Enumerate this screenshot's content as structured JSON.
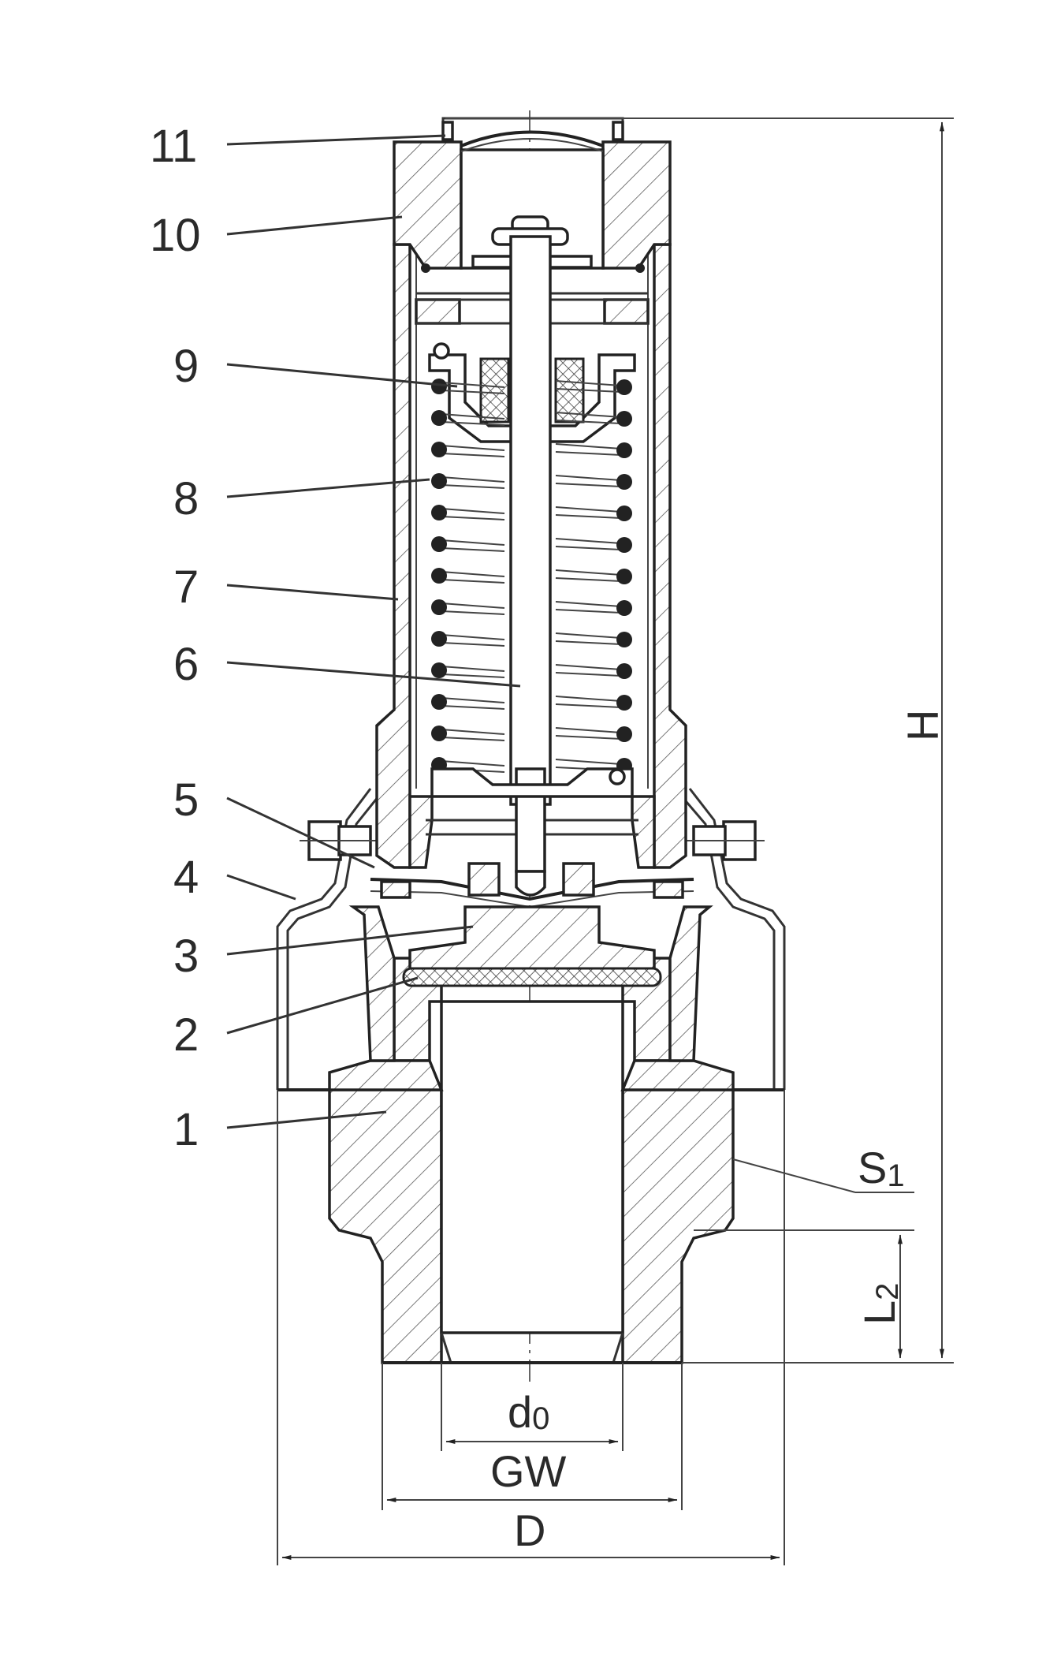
{
  "labels": {
    "part_1": "1",
    "part_2": "2",
    "part_3": "3",
    "part_4": "4",
    "part_5": "5",
    "part_6": "6",
    "part_7": "7",
    "part_8": "8",
    "part_9": "9",
    "part_10": "10",
    "part_11": "11"
  },
  "dimensions": {
    "height": "H",
    "across_flats": "S",
    "across_flats_sub": "1",
    "thread_length": "L",
    "thread_length_sub": "2",
    "bore": "d",
    "bore_sub": "0",
    "thread": "GW",
    "diameter": "D"
  },
  "colors": {
    "line": "#222222",
    "background": "#ffffff"
  }
}
